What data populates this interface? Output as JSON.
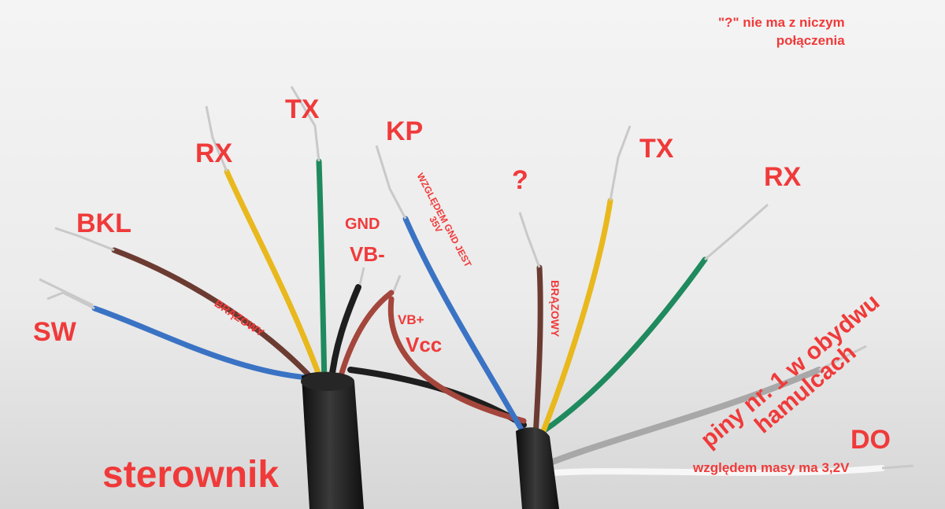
{
  "colors": {
    "annotation": "#f03a3a",
    "background_light": "#f2f2f2",
    "background_dark": "#d9d9d9",
    "cable_jacket": "#1c1c1c",
    "wire_brown": "#6b3b32",
    "wire_blue": "#3a73c4",
    "wire_yellow": "#e8b81d",
    "wire_green": "#1f8a5e",
    "wire_black": "#1e1e1e",
    "wire_red": "#a4463c",
    "wire_gray": "#a8a8a8",
    "wire_white": "#f7f7f7",
    "conductor": "#c9c9c9"
  },
  "labels": {
    "note": "\"?\" nie ma z niczym\npołączenia",
    "left_cable": {
      "sw": "SW",
      "bkl": "BKL",
      "rx": "RX",
      "tx": "TX",
      "kp": "KP",
      "gnd": "GND",
      "vb_minus": "VB-",
      "vb_plus": "VB+",
      "vcc": "Vcc",
      "brown_note": "BRĄZOWY",
      "kp_note": "WZGLĘDEM GND JEST\n35V",
      "title": "sterownik"
    },
    "right_cable": {
      "unknown": "?",
      "tx": "TX",
      "rx": "RX",
      "brown_note": "BRĄZOWY",
      "pin_note": "piny nr. 1 w obydwu\nhamulcach",
      "do": "DO",
      "do_note": "względem masy ma 3,2V"
    }
  }
}
